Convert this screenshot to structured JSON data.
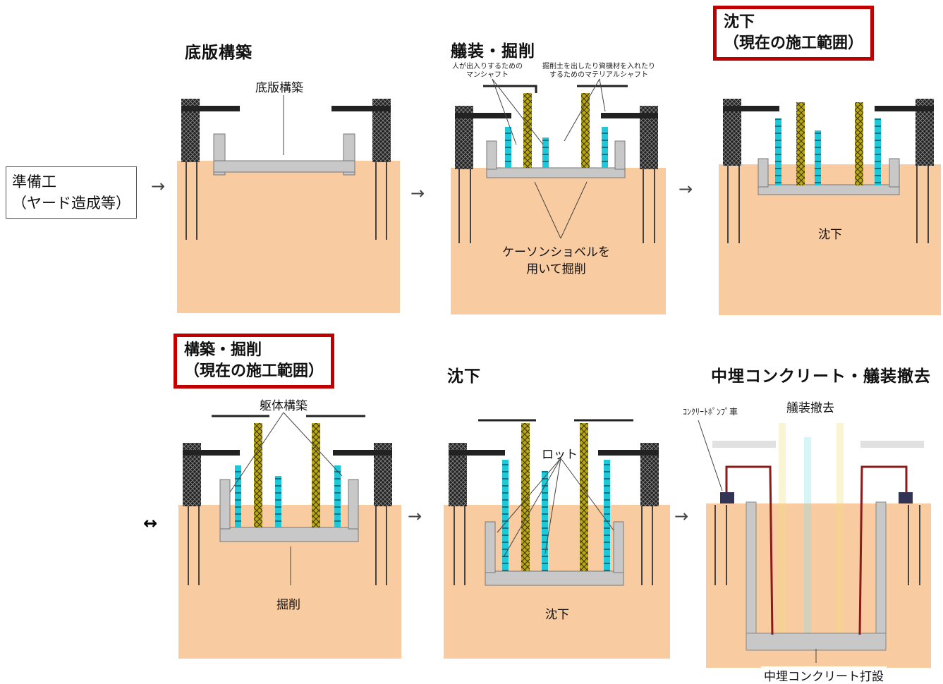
{
  "preparation": {
    "line1": "準備工",
    "line2": "（ヤード造成等）"
  },
  "arrows": {
    "right": "→",
    "both": "↔"
  },
  "panels": [
    {
      "title": "底版構築",
      "labels": [
        "底版構築"
      ]
    },
    {
      "title": "艤装・掘削",
      "notes": [
        "人が出入りするための",
        "マンシャフト",
        "掘削土を出したり資機材を入れたり",
        "するためのマテリアルシャフト"
      ],
      "labels": [
        "ケーソンショベルを",
        "用いて掘削"
      ]
    },
    {
      "title_line1": "沈下",
      "title_line2": "（現在の施工範囲）",
      "highlighted": true,
      "labels": [
        "沈下"
      ]
    },
    {
      "title_line1": "構築・掘削",
      "title_line2": "（現在の施工範囲）",
      "highlighted": true,
      "labels": [
        "躯体構築",
        "掘削"
      ]
    },
    {
      "title": "沈下",
      "labels": [
        "ロット",
        "沈下"
      ]
    },
    {
      "title": "中埋コンクリート・艤装撤去",
      "labels": [
        "艤装撤去",
        "ｺﾝｸﾘｰﾄﾎﾟﾝﾌﾟ車",
        "中埋コンクリート打設"
      ]
    }
  ],
  "colors": {
    "soil": "#f8cba0",
    "highlight_border": "#c00000",
    "concrete": "#c8c8c8",
    "shaft": "#1ec8d8",
    "crane_mast": "#8a7a10"
  }
}
